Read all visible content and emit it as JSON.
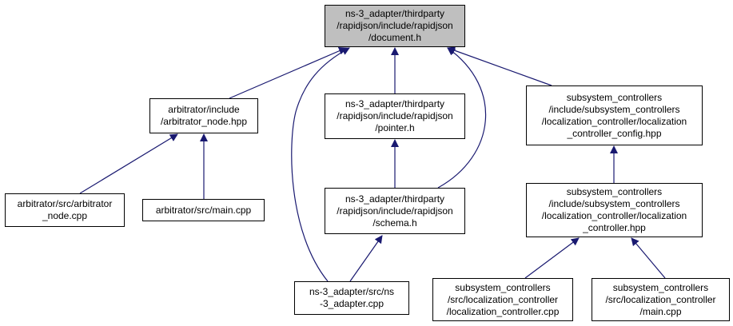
{
  "colors": {
    "edge": "#191970",
    "root_fill": "#bfbfbf",
    "node_fill": "#ffffff",
    "border": "#000000"
  },
  "nodes": {
    "document_h": {
      "lines": [
        "ns-3_adapter/thirdparty",
        "/rapidjson/include/rapidjson",
        "/document.h"
      ]
    },
    "arbitrator_node_hpp": {
      "lines": [
        "arbitrator/include",
        "/arbitrator_node.hpp"
      ]
    },
    "pointer_h": {
      "lines": [
        "ns-3_adapter/thirdparty",
        "/rapidjson/include/rapidjson",
        "/pointer.h"
      ]
    },
    "localization_controller_config_hpp": {
      "lines": [
        "subsystem_controllers",
        "/include/subsystem_controllers",
        "/localization_controller/localization",
        "_controller_config.hpp"
      ]
    },
    "arbitrator_node_cpp": {
      "lines": [
        "arbitrator/src/arbitrator",
        "_node.cpp"
      ]
    },
    "arbitrator_main_cpp": {
      "lines": [
        "arbitrator/src/main.cpp"
      ]
    },
    "schema_h": {
      "lines": [
        "ns-3_adapter/thirdparty",
        "/rapidjson/include/rapidjson",
        "/schema.h"
      ]
    },
    "localization_controller_hpp": {
      "lines": [
        "subsystem_controllers",
        "/include/subsystem_controllers",
        "/localization_controller/localization",
        "_controller.hpp"
      ]
    },
    "ns3_adapter_cpp": {
      "lines": [
        "ns-3_adapter/src/ns",
        "-3_adapter.cpp"
      ]
    },
    "localization_controller_cpp": {
      "lines": [
        "subsystem_controllers",
        "/src/localization_controller",
        "/localization_controller.cpp"
      ]
    },
    "localization_main_cpp": {
      "lines": [
        "subsystem_controllers",
        "/src/localization_controller",
        "/main.cpp"
      ]
    }
  }
}
